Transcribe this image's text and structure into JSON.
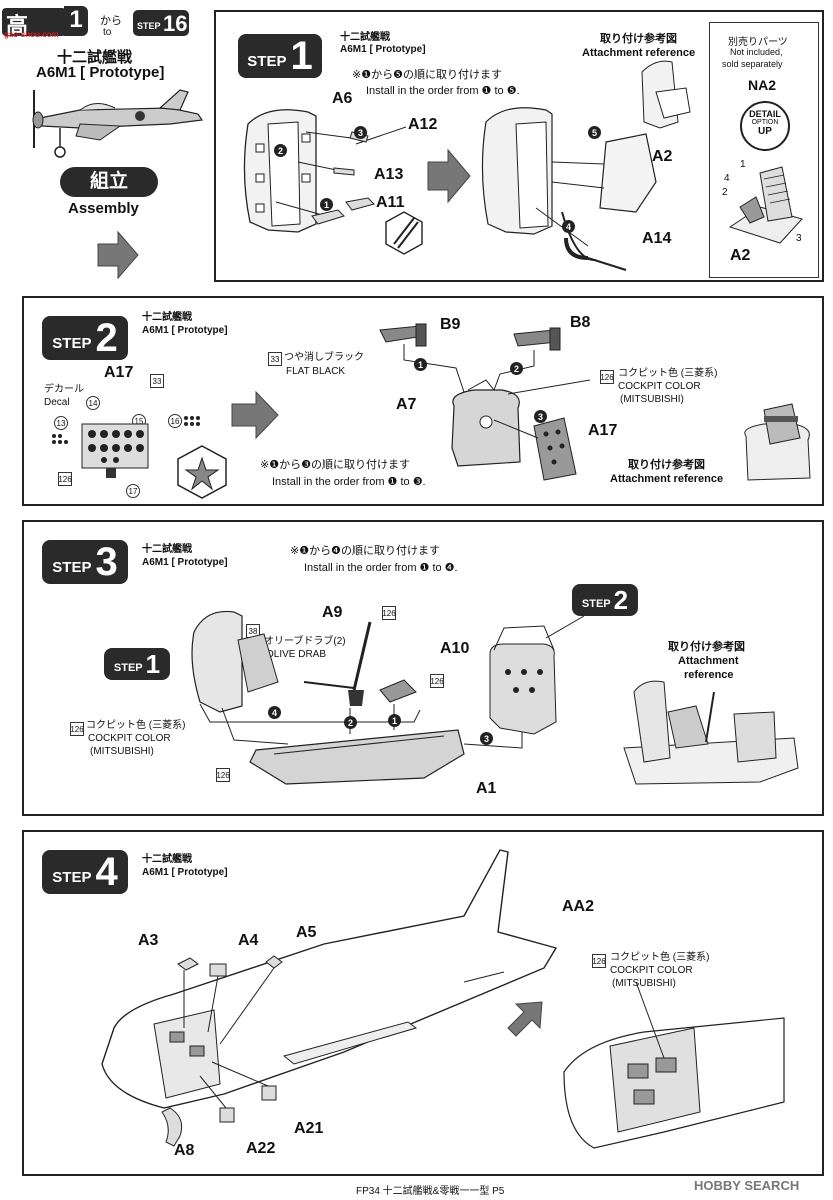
{
  "header": {
    "logo_text": "高",
    "watermark": "gao-shou.com",
    "range_start": "1",
    "range_from": "から",
    "range_to": "to",
    "range_end_word": "STEP",
    "range_end": "16",
    "aircraft_jp": "十二試艦戦",
    "aircraft_en": "A6M1 [ Prototype]",
    "assembly_jp": "組立",
    "assembly_en": "Assembly"
  },
  "step1": {
    "word": "STEP",
    "num": "1",
    "sub_jp": "十二試艦戦",
    "sub_en": "A6M1 [ Prototype]",
    "order_jp": "※❶から❺の順に取り付けます",
    "order_en": "Install in the order from ❶ to ❺.",
    "ref_jp": "取り付け参考図",
    "ref_en": "Attachment reference",
    "parts": [
      "A6",
      "A12",
      "A13",
      "A11",
      "A2",
      "A14"
    ],
    "nums": [
      "1",
      "2",
      "3",
      "4",
      "5"
    ]
  },
  "sidebox": {
    "jp": "別売りパーツ",
    "line1": "Not included,",
    "line2": "sold separately",
    "code": "NA2",
    "badge1": "DETAIL",
    "badge2": "OPTION",
    "badge3": "UP",
    "part": "A2",
    "n1": "1",
    "n2": "2",
    "n3": "3",
    "n4": "4"
  },
  "step2": {
    "word": "STEP",
    "num": "2",
    "sub_jp": "十二試艦戦",
    "sub_en": "A6M1 [ Prototype]",
    "decal_jp": "デカール",
    "decal_en": "Decal",
    "decal_part": "A17",
    "decal_nums": [
      "14",
      "33",
      "15",
      "13",
      "16",
      "126",
      "17"
    ],
    "flat_jp": "つや消しブラック",
    "flat_en": "FLAT BLACK",
    "flat_code": "33",
    "parts": [
      "B9",
      "B8",
      "A7",
      "A17"
    ],
    "color_code": "126",
    "color_jp": "コクピット色 (三菱系)",
    "color_en1": "COCKPIT COLOR",
    "color_en2": "(MITSUBISHI)",
    "order_jp": "※❶から❸の順に取り付けます",
    "order_en": "Install in the order from ❶ to ❸.",
    "ref_jp": "取り付け参考図",
    "ref_en": "Attachment reference",
    "nums": [
      "1",
      "2",
      "3"
    ]
  },
  "step3": {
    "word": "STEP",
    "num": "3",
    "sub_jp": "十二試艦戦",
    "sub_en": "A6M1 [ Prototype]",
    "order_jp": "※❶から❹の順に取り付けます",
    "order_en": "Install in the order from ❶ to ❹.",
    "olive_code": "38",
    "olive_jp": "オリーブドラブ(2)",
    "olive_en": "OLIVE DRAB",
    "color_code": "126",
    "color_jp": "コクピット色 (三菱系)",
    "color_en1": "COCKPIT COLOR",
    "color_en2": "(MITSUBISHI)",
    "parts": [
      "A9",
      "A10",
      "A1"
    ],
    "sub_step1": "1",
    "sub_step2": "2",
    "ref_jp": "取り付け参考図",
    "ref_en1": "Attachment",
    "ref_en2": "reference",
    "nums": [
      "1",
      "2",
      "3",
      "4"
    ]
  },
  "step4": {
    "word": "STEP",
    "num": "4",
    "sub_jp": "十二試艦戦",
    "sub_en": "A6M1 [ Prototype]",
    "parts": [
      "A3",
      "A4",
      "A5",
      "AA2",
      "A8",
      "A22",
      "A21"
    ],
    "color_code": "126",
    "color_jp": "コクピット色 (三菱系)",
    "color_en1": "COCKPIT COLOR",
    "color_en2": "(MITSUBISHI)"
  },
  "footer": {
    "page": "FP34 十二試艦戦&零戦一一型 P5",
    "brand": "HOBBY SEARCH"
  }
}
